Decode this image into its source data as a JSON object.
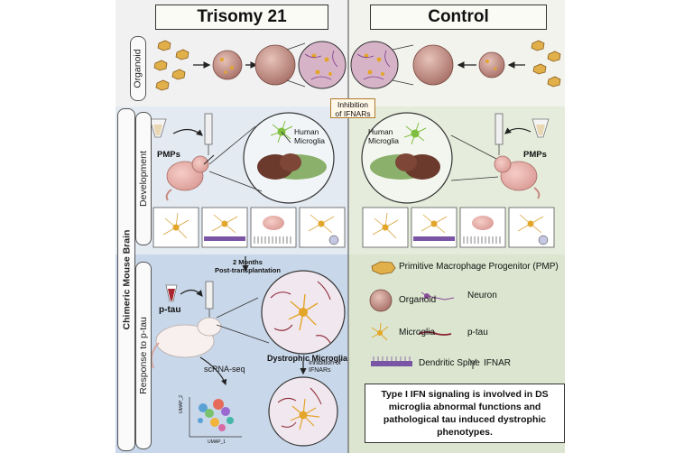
{
  "headings": {
    "left": "Trisomy 21",
    "right": "Control"
  },
  "side_labels": {
    "main": "Chimeric Mouse Brain",
    "organoid": "Organoid",
    "development": "Development",
    "response": "Response to p-tau"
  },
  "development": {
    "left_pmps": "PMPs",
    "right_pmps": "PMPs",
    "left_human_microglia": "Human\nMicroglia",
    "right_human_microglia": "Human\nMicroglia",
    "inhibition": "Inhibition\nof IFNARs"
  },
  "response": {
    "time_label": "2 Months\nPost-transplantation",
    "ptau": "p-tau",
    "dystrophic": "Dystrophic Microglia",
    "inhibition": "Inhibition of\nIFNARs",
    "scrnaseq": "scRNA-seq",
    "umap_y": "UMAP_2",
    "umap_x": "UMAP_1"
  },
  "legend": {
    "pmp": "Primitive Macrophage Progenitor (PMP)",
    "organoid": "Organoid",
    "neuron": "Neuron",
    "microglia": "Microglia",
    "ptau": "p-tau",
    "dendritic_spine": "Dendritic Spine",
    "ifnar": "IFNAR"
  },
  "summary": "Type I IFN signaling is involved in DS microglia abnormal functions and pathological tau induced dystrophic phenotypes.",
  "colors": {
    "trisomy_bg": "#e6ecf3",
    "control_bg": "#edf1e6",
    "response_bg": "#c9d8ea",
    "legend_bg": "#dde6d2",
    "organoid_fill": "#c99a8f",
    "microglia": "#e3a52a",
    "brain": "#6a3a30",
    "brain_green": "#7aa55e"
  }
}
